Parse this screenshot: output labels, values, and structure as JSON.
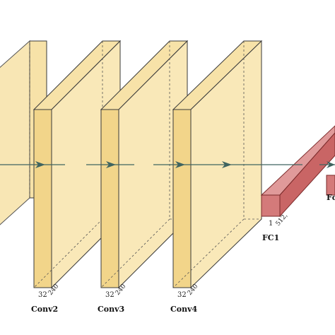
{
  "layers": [
    {
      "name": "Conv2",
      "channels": "32",
      "size": "240"
    },
    {
      "name": "Conv3",
      "channels": "32",
      "size": "240"
    },
    {
      "name": "Conv4",
      "channels": "32",
      "size": "240"
    }
  ],
  "fc1": {
    "name": "FC1",
    "dim_a": "1",
    "dim_b": "512,"
  },
  "fc2": {
    "name": "Fc"
  },
  "colors": {
    "conv_fill": "#f7e2a8",
    "conv_side": "#f2d58a",
    "conv_edge": "#3a3a3a",
    "fc_fill": "#d47a7a",
    "fc_edge": "#7a2a2a",
    "arrow": "#3f6460"
  }
}
